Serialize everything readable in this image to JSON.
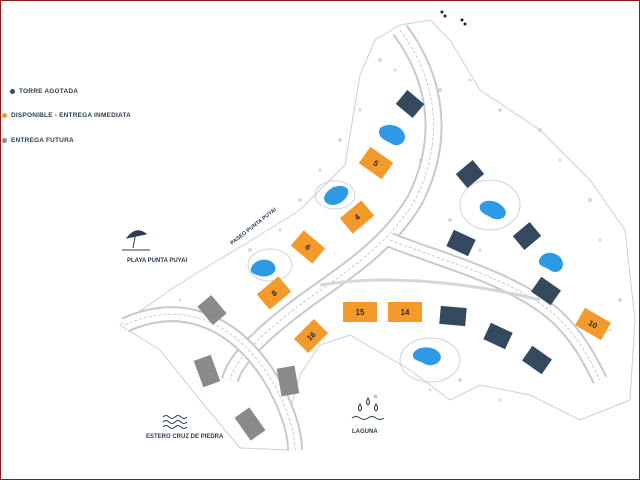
{
  "legend": {
    "items": [
      {
        "label": "TORRE AGOTADA",
        "color": "#34495e"
      },
      {
        "label": "DISPONIBLE - ENTREGA INMEDIATA",
        "color": "#f39a2b"
      },
      {
        "label": "ENTREGA FUTURA",
        "color": "#8a8a8a"
      }
    ]
  },
  "places": {
    "paseo": "PASEO PUNTA PUYAI",
    "playa": "PLAYA PUNTA PUYAI",
    "estero": "ESTERO CRUZ DE PIEDRA",
    "laguna": "LAGUNA"
  },
  "towers": {
    "orange_labels": [
      "5",
      "4",
      "6",
      "8",
      "15",
      "14",
      "16",
      "10"
    ]
  },
  "colors": {
    "sold": "#34495e",
    "available": "#f39a2b",
    "future": "#8a8a8a",
    "pool": "#2e9ae6",
    "road": "#c9c9c9",
    "frame": "#8b1a1a"
  },
  "icons": [
    "beach-umbrella-icon",
    "water-waves-icon",
    "lagoon-drops-icon"
  ]
}
